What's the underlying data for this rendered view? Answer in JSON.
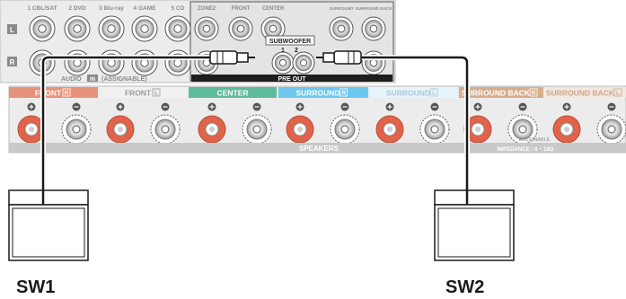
{
  "audio_inputs": [
    "1 CBL/SAT",
    "2 DVD",
    "3 Blu-ray",
    "4 GAME",
    "5 CD"
  ],
  "audio_label": "AUDIO",
  "audio_in": "IN",
  "assignable_tag": "(ASSIGNABLE)",
  "channel_L": "L",
  "channel_R": "R",
  "pre_out_headers": [
    "ZONE2",
    "FRONT",
    "CENTER",
    "SURROUND",
    "SURROUND BACK"
  ],
  "subwoofer_label": "SUBWOOFER",
  "sub_numbers": [
    "1",
    "2"
  ],
  "pre_out_label": "PRE OUT",
  "speaker_groups": [
    {
      "name": "FRONT",
      "side": "R",
      "color": "#e8927c",
      "text_color": "#ffffff"
    },
    {
      "name": "FRONT",
      "side": "L",
      "color": "#f1f1f1",
      "text_color": "#9a9a9a"
    },
    {
      "name": "CENTER",
      "side": "",
      "color": "#5dbb9b",
      "text_color": "#ffffff"
    },
    {
      "name": "SURROUND",
      "side": "R",
      "color": "#6cc7ee",
      "text_color": "#ffffff"
    },
    {
      "name": "SURROUND",
      "side": "L",
      "color": "#e6f4fb",
      "text_color": "#a9c6d6"
    },
    {
      "name": "SURROUND BACK",
      "side": "R",
      "color": "#d6ad8c",
      "text_color": "#ffffff"
    },
    {
      "name": "SURROUND BACK",
      "side": "L",
      "color": "#f4e7dd",
      "text_color": "#c9a98e"
    }
  ],
  "speakers_label": "SPEAKERS",
  "assignable_label": "ASSIGNABLE",
  "impedance_label": "IMPEDANCE : 4 ~ 16Ω",
  "subwoofers": [
    {
      "label": "SW1"
    },
    {
      "label": "SW2"
    }
  ],
  "colors": {
    "panel": "#e9e9e9",
    "panel_dark": "#c9c9c9",
    "cable": "#1a1a1a",
    "terminal_red": "#e0634a"
  }
}
